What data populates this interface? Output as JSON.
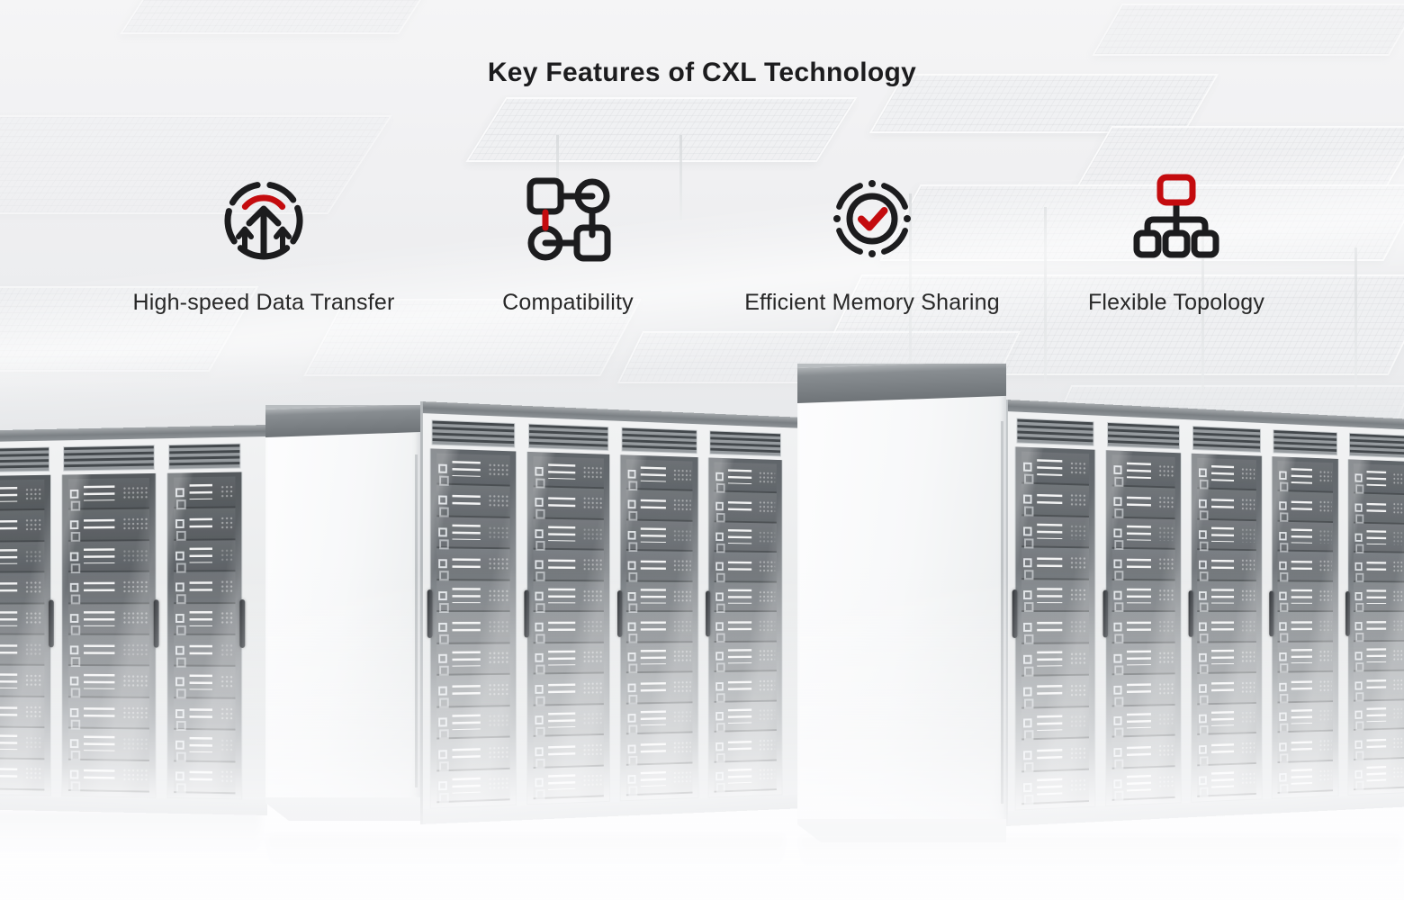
{
  "page": {
    "title": "Key Features of CXL Technology"
  },
  "features": [
    {
      "label": "High-speed Data Transfer",
      "icon": "speed-up-arrows-icon"
    },
    {
      "label": "Compatibility",
      "icon": "linked-nodes-icon"
    },
    {
      "label": "Efficient Memory Sharing",
      "icon": "verified-circle-icon"
    },
    {
      "label": "Flexible Topology",
      "icon": "tree-topology-icon"
    }
  ],
  "colors": {
    "accent_red": "#c40b0e",
    "icon_black": "#1c1c1e",
    "title_text": "#1c1c1e",
    "label_text": "#272727",
    "rack_frame": "#eef0f2",
    "rack_door_dark": "#5a5f64",
    "cabinet_cap": "#7b8084"
  },
  "background": {
    "scene": "white datacenter hall with rows of glass-front server racks, bright ceiling panels and reflective floor"
  }
}
